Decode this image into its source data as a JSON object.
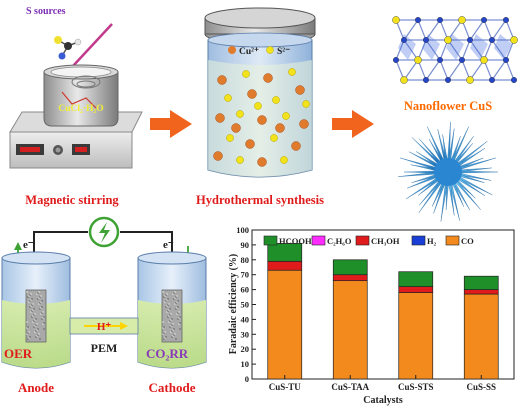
{
  "synthesis": {
    "s_sources": "S sources",
    "cucl2_label": "CuCl₂·H₂O",
    "magnetic_stirring": "Magnetic stirring",
    "cu_label": "Cu²⁺",
    "s_label": "S²⁻",
    "hydrothermal": "Hydrothermal synthesis",
    "nanoflower": "Nanoflower CuS",
    "colors": {
      "cu_ion": "#e07a2c",
      "s_ion": "#f2e21c",
      "arrow": "#f0641e",
      "title_red": "#e01b1b",
      "title_orange": "#ff6a00"
    }
  },
  "cell": {
    "electron_left": "e⁻",
    "electron_right": "e⁻",
    "proton": "H⁺",
    "pem": "PEM",
    "oer": "OER",
    "co2rr": "CO₂RR",
    "anode": "Anode",
    "cathode": "Cathode",
    "colors": {
      "liquid": "#c9e49a",
      "electrode": "#a9a9a9",
      "arrow_green": "#3fa235",
      "label_red": "#e01b1b",
      "label_purple": "#8a3ab9"
    }
  },
  "chart_data": {
    "type": "bar",
    "stacked": true,
    "categories": [
      "CuS-TU",
      "CuS-TAA",
      "CuS-STS",
      "CuS-SS"
    ],
    "xlabel": "Catalysts",
    "ylabel": "Faradaic efficiency (%)",
    "ylim": [
      0,
      100
    ],
    "yticks": [
      0,
      10,
      20,
      30,
      40,
      50,
      60,
      70,
      80,
      90,
      100
    ],
    "legend_position": "top",
    "series": [
      {
        "name": "CO",
        "color": "#f28a1e",
        "values": [
          73,
          66,
          58,
          57
        ]
      },
      {
        "name": "H₂",
        "color": "#1b3fd6",
        "values": [
          0,
          0,
          0,
          0
        ]
      },
      {
        "name": "CH₃OH",
        "color": "#e01b1b",
        "values": [
          6,
          4,
          4,
          3
        ]
      },
      {
        "name": "C₂H₆O",
        "color": "#ff2cff",
        "values": [
          0,
          0,
          0,
          0
        ]
      },
      {
        "name": "HCOOH",
        "color": "#1f8f2a",
        "values": [
          12,
          10,
          10,
          9
        ]
      }
    ],
    "legend_order": [
      "HCOOH",
      "C₂H₆O",
      "CH₃OH",
      "H₂",
      "CO"
    ]
  }
}
